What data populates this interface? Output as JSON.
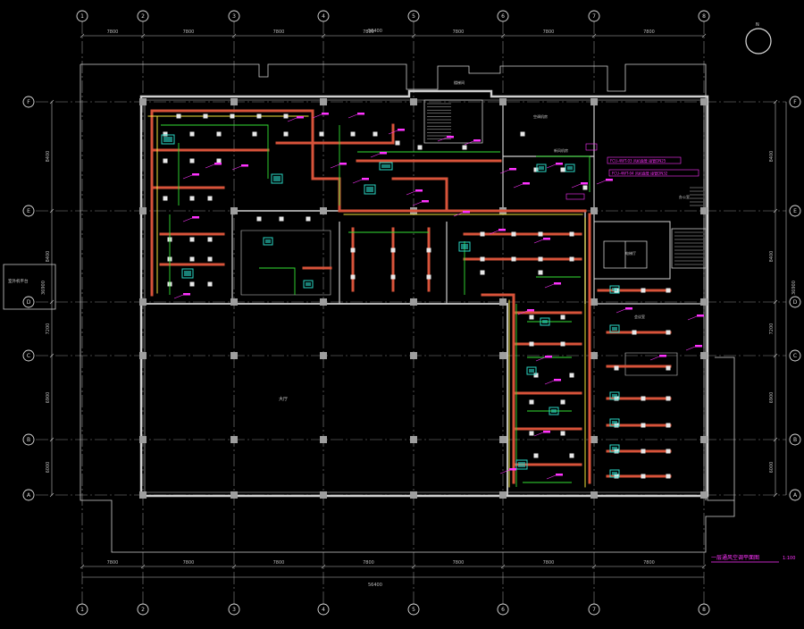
{
  "drawing": {
    "title": "一层通风空调平面图",
    "scale": "1:100",
    "north_label": "N",
    "total_dim_top": "56400",
    "total_dim_bottom": "56400",
    "total_dim_left": "36900",
    "total_dim_right": "36900",
    "exterior_note": "室外机平台",
    "hall_label": "大厅",
    "stair_label": "楼梯间",
    "room_labels": [
      "空调机房",
      "新风机房",
      "办公室",
      "电梯厅",
      "会议室"
    ]
  },
  "grid": {
    "columns": [
      "1",
      "2",
      "3",
      "4",
      "5",
      "6",
      "7",
      "8"
    ],
    "rows": [
      "F",
      "E",
      "D",
      "C",
      "B",
      "A"
    ]
  },
  "dims": {
    "top": [
      "7800",
      "7800",
      "7800",
      "7800",
      "7800",
      "7800",
      "7800"
    ],
    "bottom": [
      "7800",
      "7800",
      "7800",
      "7800",
      "7800",
      "7800",
      "7800"
    ],
    "left": [
      "8400",
      "8400",
      "7200",
      "6900",
      "6000"
    ],
    "right": [
      "8400",
      "8400",
      "7200",
      "6900",
      "6000"
    ]
  },
  "legend": {
    "pink_note_1": "FCU-4WT-03 风机盘管 接管DN25",
    "pink_note_2": "FCU-4WT-04 风机盘管 接管DN32"
  },
  "colors": {
    "background": "#000000",
    "wall": "#cfcfcf",
    "grid_line": "#9a9a9a",
    "duct": "#d8533a",
    "duct_supply": "#f0e23c",
    "diffuser": "#e8e8e8",
    "pipe": "#33e033",
    "annotation": "#ff33ff",
    "unit": "#2ad6c4"
  }
}
